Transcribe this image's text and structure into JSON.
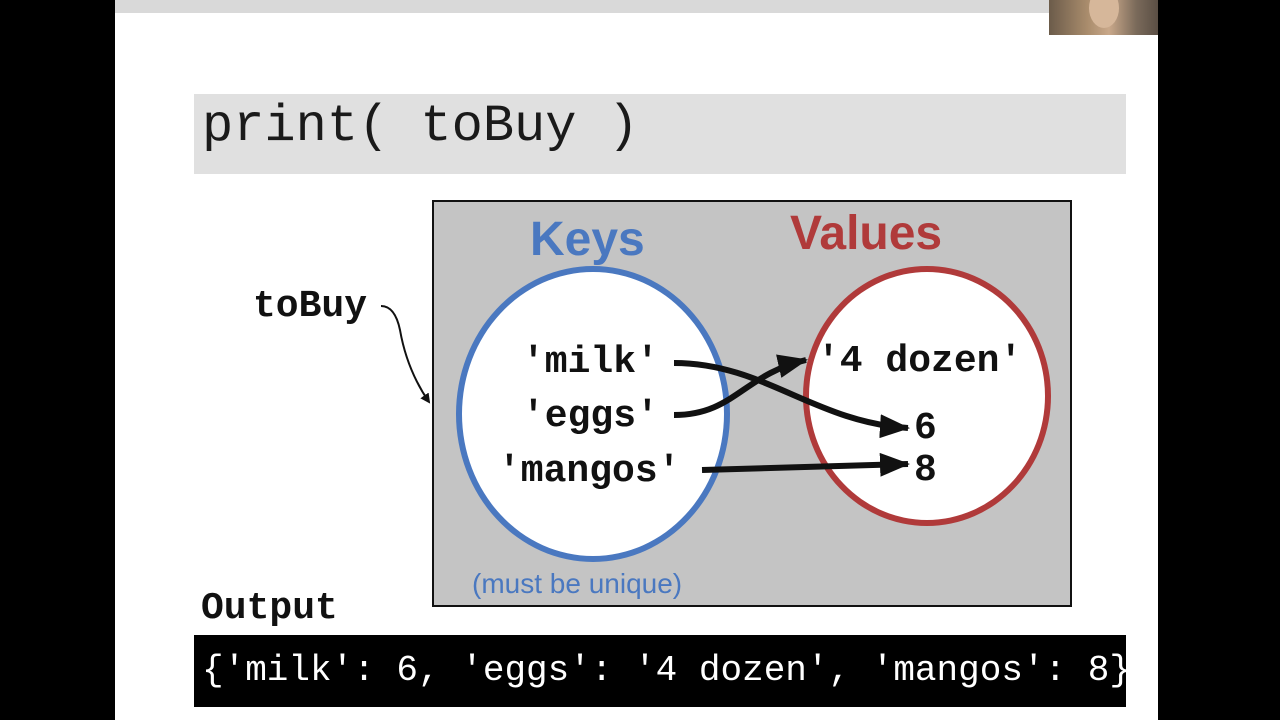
{
  "code": {
    "statement": "print( toBuy )"
  },
  "diagram": {
    "variable": "toBuy",
    "keys_heading": "Keys",
    "values_heading": "Values",
    "keys": [
      "'milk'",
      "'eggs'",
      "'mangos'"
    ],
    "values": [
      "'4 dozen'",
      "6",
      "8"
    ],
    "mapping": [
      {
        "key": "'milk'",
        "value": "6"
      },
      {
        "key": "'eggs'",
        "value": "'4 dozen'"
      },
      {
        "key": "'mangos'",
        "value": "8"
      }
    ],
    "keys_note": "(must be unique)",
    "colors": {
      "keys": "#4a78c0",
      "values": "#b03a3a",
      "panel": "#c4c4c4"
    }
  },
  "output": {
    "label": "Output",
    "text": "{'milk': 6, 'eggs': '4 dozen', 'mangos': 8}"
  }
}
